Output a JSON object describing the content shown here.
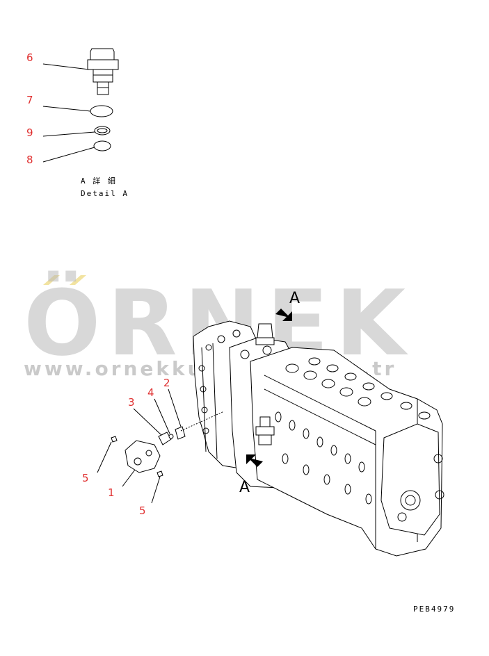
{
  "callouts": {
    "c6": "6",
    "c7": "7",
    "c9": "9",
    "c8": "8",
    "c2": "2",
    "c4": "4",
    "c3": "3",
    "c5a": "5",
    "c1": "1",
    "c5b": "5"
  },
  "detail": {
    "jp": "A 詳 細",
    "en": "Detail A"
  },
  "view_labels": {
    "top": "A",
    "bottom": "A"
  },
  "watermark": {
    "brand": "ÖRNEK",
    "url": "www.ornekkumcilari.com.tr"
  },
  "drawing_code": "PEB4979",
  "colors": {
    "callout": "#e03030",
    "watermark": "#b9b9b9",
    "accent": "#f2e3a0"
  }
}
